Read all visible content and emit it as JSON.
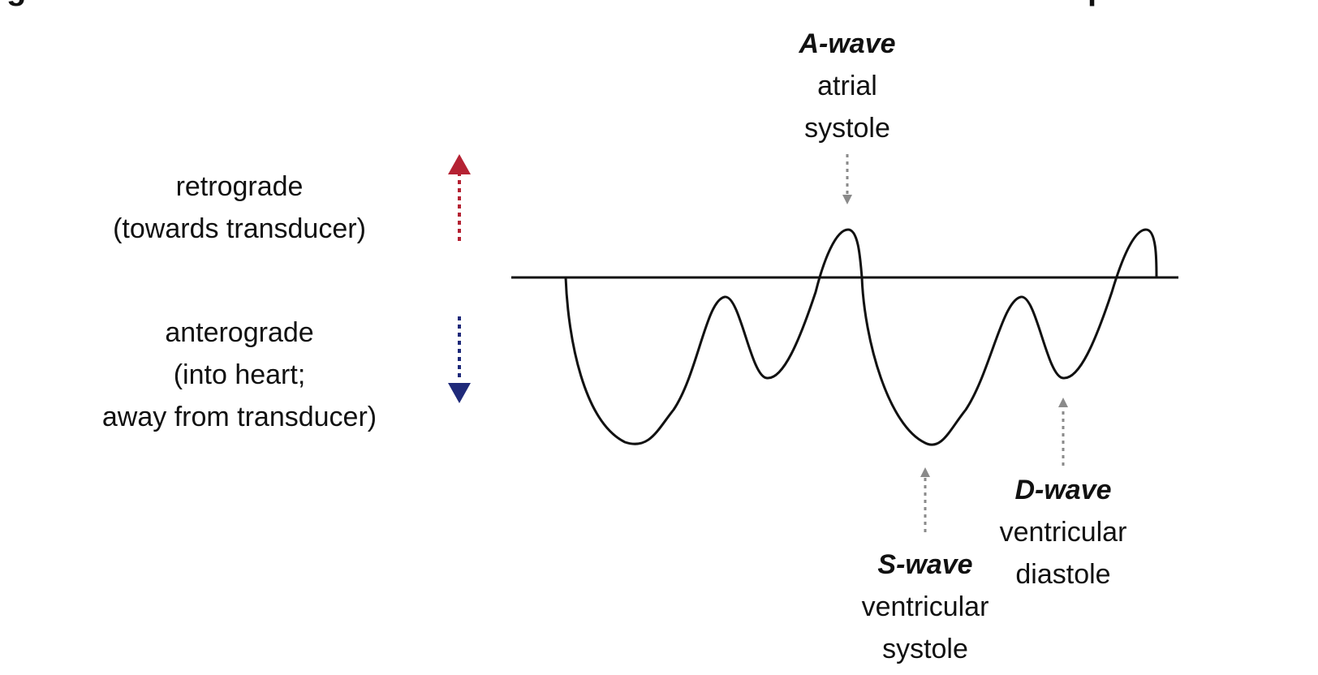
{
  "direction_legend": {
    "retrograde": {
      "line1": "retrograde",
      "line2": "(towards transducer)",
      "arrow_color": "#b52233"
    },
    "anterograde": {
      "line1": "anterograde",
      "line2": "(into heart;",
      "line3": "away from transducer)",
      "arrow_color": "#1f2a7a"
    }
  },
  "waves": {
    "a_wave": {
      "title": "A-wave",
      "line1": "atrial",
      "line2": "systole"
    },
    "s_wave": {
      "title": "S-wave",
      "line1": "ventricular",
      "line2": "systole"
    },
    "d_wave": {
      "title": "D-wave",
      "line1": "ventricular",
      "line2": "diastole"
    }
  },
  "colors": {
    "waveform": "#111111",
    "pointer_arrow": "#8a8a8a"
  }
}
